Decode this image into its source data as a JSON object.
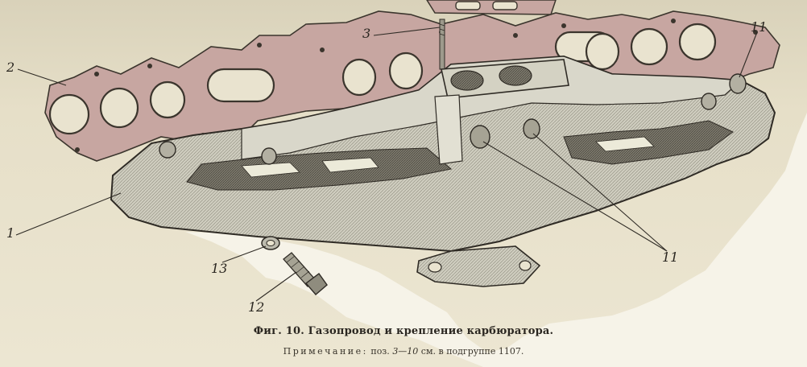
{
  "figure": {
    "callouts": {
      "c1": "1",
      "c2": "2",
      "c3": "3",
      "c11a": "11",
      "c11b": "11",
      "c12": "12",
      "c13": "13"
    },
    "caption": "Фиг.  10.  Газопровод  и  крепление  карбюратора.",
    "note": {
      "label": "Примечание:",
      "text_before": " поз. ",
      "range": "3—10",
      "text_after": " см. в подгруппе 1107."
    }
  },
  "colors": {
    "paper": "#e4ddc6",
    "ink": "#2a2620",
    "gasket_fill": "#c9a7a2",
    "manifold_fill": "#c8c6b6"
  }
}
